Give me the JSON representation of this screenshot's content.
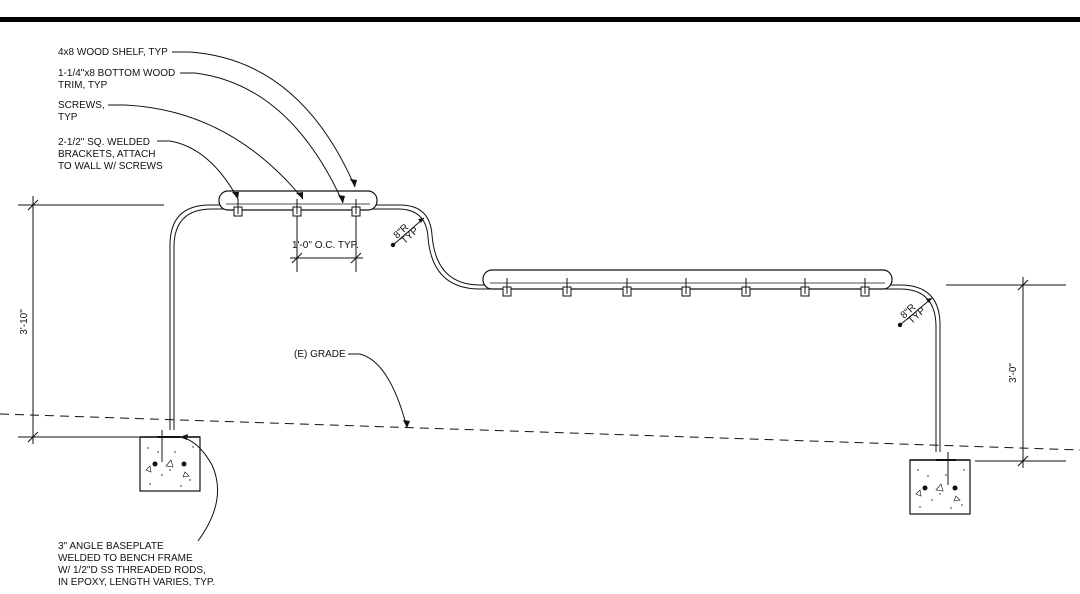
{
  "callouts": {
    "shelf": "4x8 WOOD SHELF, TYP",
    "trim": [
      "1-1/4\"x8 BOTTOM WOOD",
      "TRIM, TYP"
    ],
    "screws": [
      "SCREWS,",
      "TYP"
    ],
    "brackets": [
      "2-1/2\" SQ. WELDED",
      "BRACKETS, ATTACH",
      "TO WALL W/ SCREWS"
    ],
    "grade": "(E) GRADE",
    "baseplate": [
      "3\" ANGLE BASEPLATE",
      "WELDED TO BENCH FRAME",
      "W/ 1/2\"D SS THREADED RODS,",
      "IN EPOXY, LENGTH VARIES, TYP."
    ]
  },
  "dimensions": {
    "spacing": "1'-0\" O.C. TYP.",
    "left_height": "3'-10\"",
    "right_height": "3'-0\"",
    "radius_line1": "8\"R",
    "radius_line2": "TYP"
  }
}
